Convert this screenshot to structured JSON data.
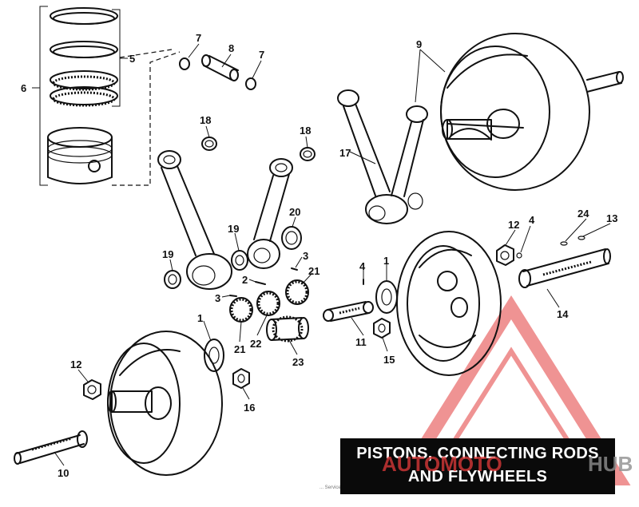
{
  "title": {
    "line1": "PISTONS, CONNECTING RODS",
    "line2": "AND FLYWHEELS"
  },
  "watermark": {
    "text": "AUTOMOTO",
    "tail": "HUB",
    "color": "#e23b3b"
  },
  "copyright": "... Service, Inc.",
  "callouts": {
    "c1a": "1",
    "c1b": "1",
    "c2": "2",
    "c3a": "3",
    "c3b": "3",
    "c4a": "4",
    "c4b": "4",
    "c5": "5",
    "c6": "6",
    "c7a": "7",
    "c7b": "7",
    "c8": "8",
    "c9": "9",
    "c10": "10",
    "c11": "11",
    "c12a": "12",
    "c12b": "12",
    "c13": "13",
    "c14": "14",
    "c15": "15",
    "c16": "16",
    "c17": "17",
    "c18a": "18",
    "c18b": "18",
    "c19a": "19",
    "c19b": "19",
    "c20": "20",
    "c21a": "21",
    "c21b": "21",
    "c22": "22",
    "c23": "23",
    "c24": "24"
  }
}
